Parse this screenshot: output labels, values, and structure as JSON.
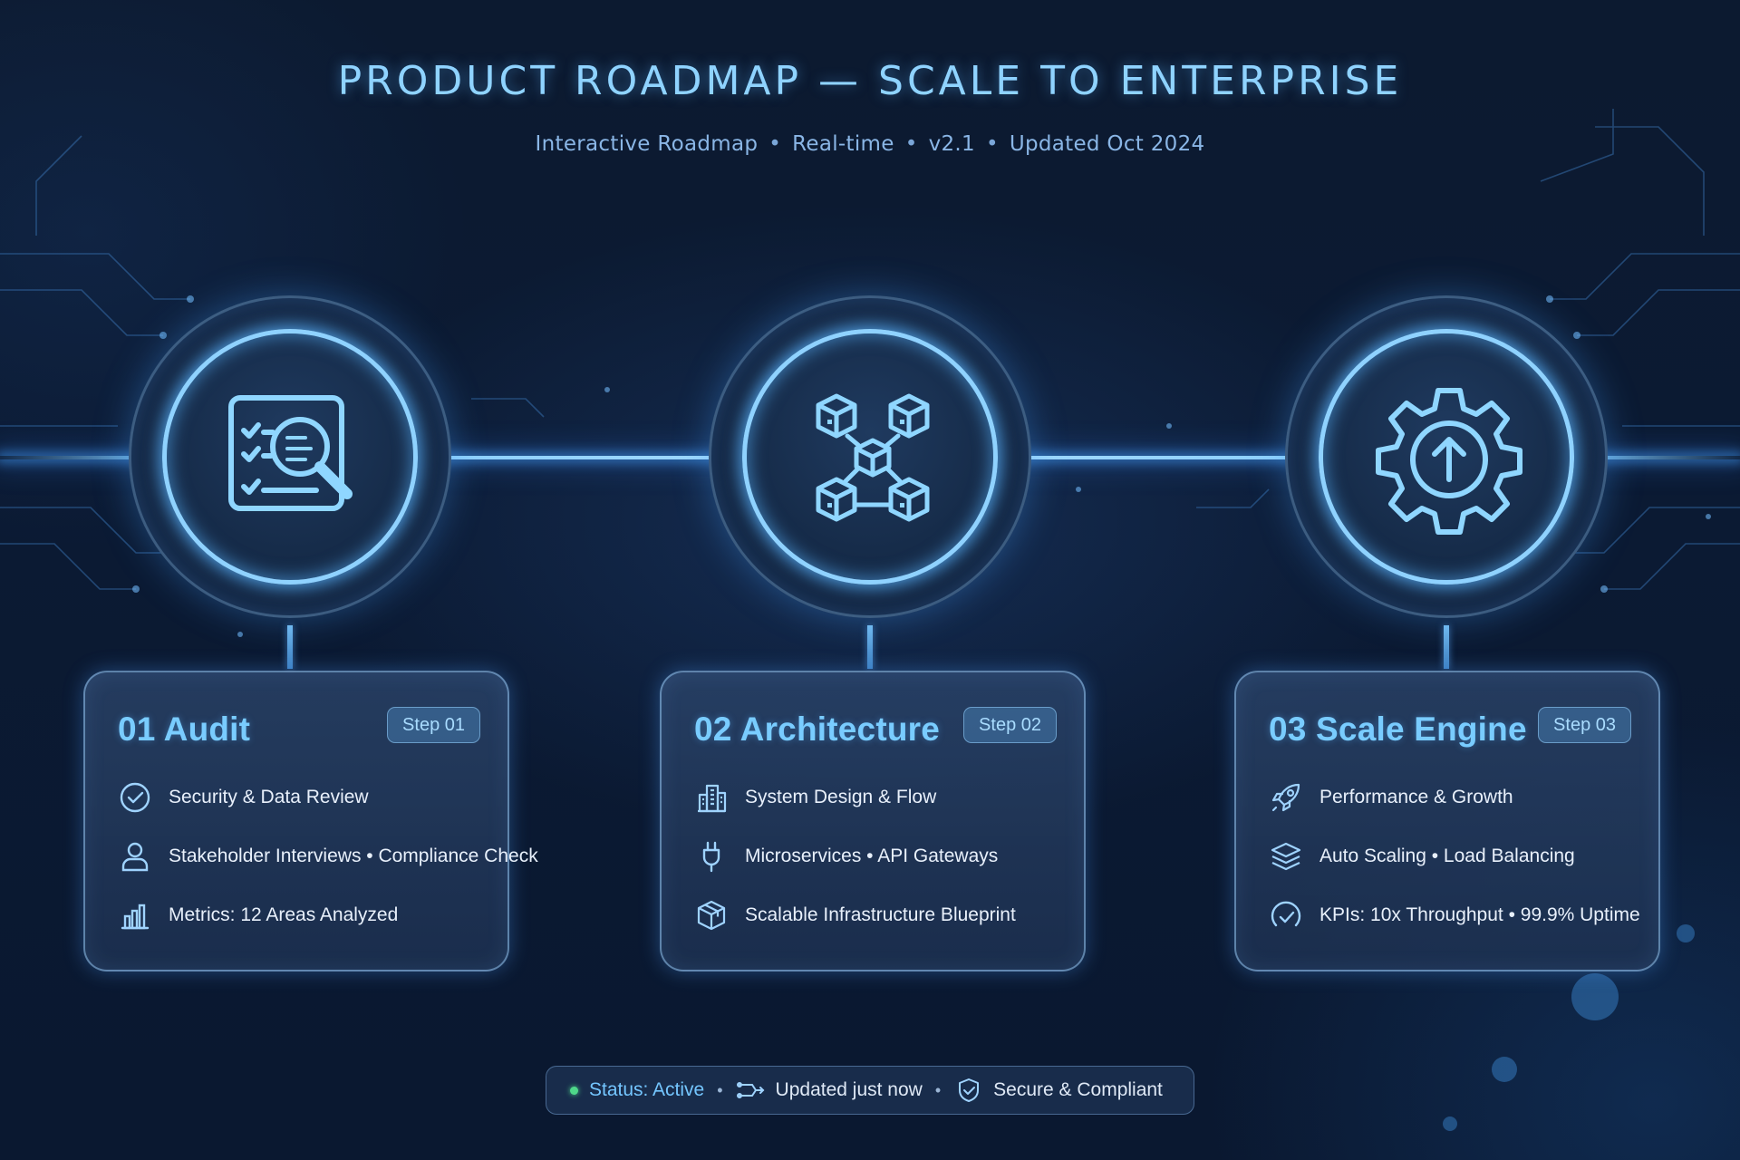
{
  "header": {
    "title": "PRODUCT ROADMAP — SCALE TO ENTERPRISE",
    "subtitle_items": [
      "Interactive Roadmap",
      "Real-time",
      "v2.1",
      "Updated Oct 2024"
    ],
    "separator": "•"
  },
  "steps": [
    {
      "title": "01 Audit",
      "badge": "Step 01",
      "node_icon": "audit-magnifier-checklist-icon",
      "items": [
        {
          "icon": "check-circle-icon",
          "text": "Security & Data Review"
        },
        {
          "icon": "user-icon",
          "text": "Stakeholder Interviews • Compliance Check"
        },
        {
          "icon": "bar-chart-icon",
          "text": "Metrics: 12 Areas Analyzed"
        }
      ]
    },
    {
      "title": "02 Architecture",
      "badge": "Step 02",
      "node_icon": "connected-cubes-icon",
      "items": [
        {
          "icon": "building-icon",
          "text": "System Design & Flow"
        },
        {
          "icon": "plug-icon",
          "text": "Microservices • API Gateways"
        },
        {
          "icon": "cube-icon",
          "text": "Scalable Infrastructure Blueprint"
        }
      ]
    },
    {
      "title": "03 Scale Engine",
      "badge": "Step 03",
      "node_icon": "gear-arrow-up-icon",
      "items": [
        {
          "icon": "rocket-icon",
          "text": "Performance & Growth"
        },
        {
          "icon": "layers-icon",
          "text": "Auto Scaling • Load Balancing"
        },
        {
          "icon": "gauge-check-icon",
          "text": "KPIs: 10x Throughput • 99.9% Uptime"
        }
      ]
    }
  ],
  "status_bar": {
    "status": "Status: Active",
    "updated": "Updated just now",
    "secure": "Secure & Compliant",
    "separator": "•",
    "status_color": "#4ed88a"
  },
  "colors": {
    "accent": "#79ccff",
    "glow": "#8fd2ff",
    "background": "#0b1a33"
  }
}
